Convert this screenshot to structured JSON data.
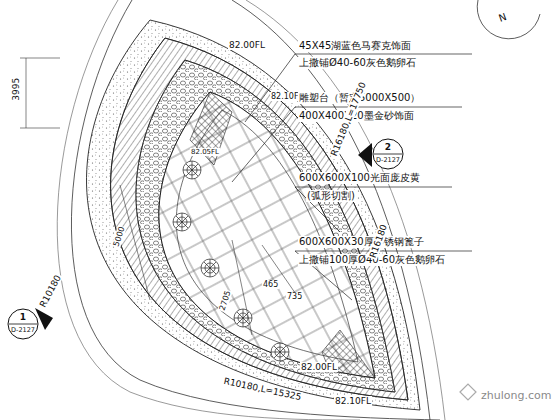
{
  "diagram": {
    "nodes": [
      {
        "text": [
          "2",
          "D-2127"
        ]
      },
      {
        "text": [
          "1",
          "D-2127"
        ]
      }
    ],
    "labels": [
      "3995",
      "82.00FL",
      "82.10FL",
      "82.05FL",
      "45X45湖蓝色马赛克饰面",
      "上撒铺Ø40-60灰色鹅卵石",
      "雕塑台（暂定5000X500）",
      "400X400X20墨金砂饰面",
      "600X600X100光面庞皮黄",
      "(弧形切割)",
      "600X600X30厚不锈钢篦子",
      "上撒铺100厚Ø40-60灰色鹅卵石",
      "R16180,L=17750",
      "R16180",
      "R10180",
      "R10180,L=15325",
      "5000",
      "2705",
      "465",
      "735",
      "82.00FL",
      "82.10FL",
      "N",
      "zhulong.com"
    ]
  }
}
